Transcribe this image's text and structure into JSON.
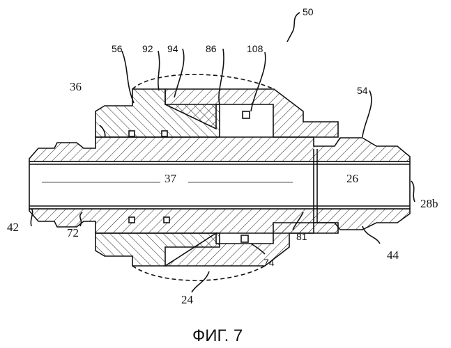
{
  "figure": {
    "caption": "ФИГ. 7",
    "labels": {
      "assembly": "50",
      "l56": "56",
      "l92": "92",
      "l94": "94",
      "l86": "86",
      "l108": "108",
      "l36": "36",
      "l54": "54",
      "l37": "37",
      "l26": "26",
      "l28b": "28b",
      "l42": "42",
      "l72": "72",
      "l81": "81",
      "l44": "44",
      "l74": "74",
      "l24": "24"
    }
  }
}
